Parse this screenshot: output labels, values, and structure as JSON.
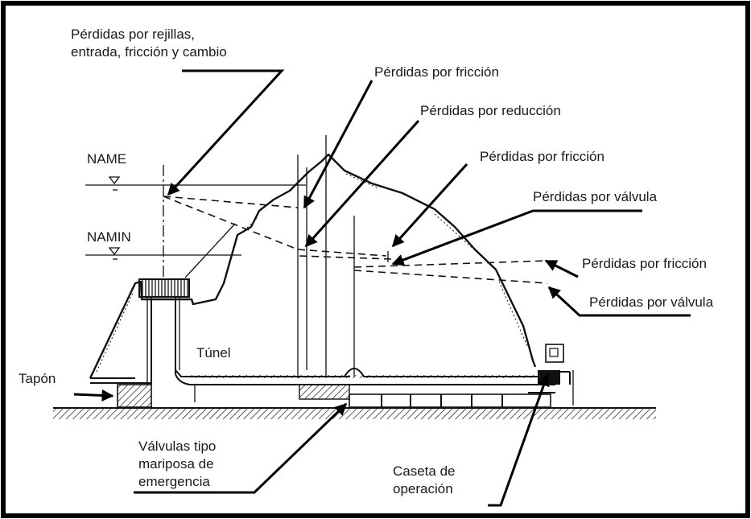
{
  "labels": {
    "rejillas_line1": "Pérdidas por rejillas,",
    "rejillas_line2": "entrada, fricción y cambio",
    "friccion_1": "Pérdidas por fricción",
    "reduccion": "Pérdidas por reducción",
    "friccion_2": "Pérdidas por fricción",
    "valvula_1": "Pérdidas por válvula",
    "friccion_3": "Pérdidas por fricción",
    "valvula_2": "Pérdidas por válvula",
    "name": "NAME",
    "namin": "NAMIN",
    "tunel": "Túnel",
    "tapon": "Tapón",
    "valvulas_line1": "Válvulas tipo",
    "valvulas_line2": "mariposa de",
    "valvulas_line3": "emergencia",
    "caseta_line1": "Caseta de",
    "caseta_line2": "operación"
  },
  "colors": {
    "frame": "#000000",
    "ink": "#111111",
    "background": "#ffffff"
  }
}
